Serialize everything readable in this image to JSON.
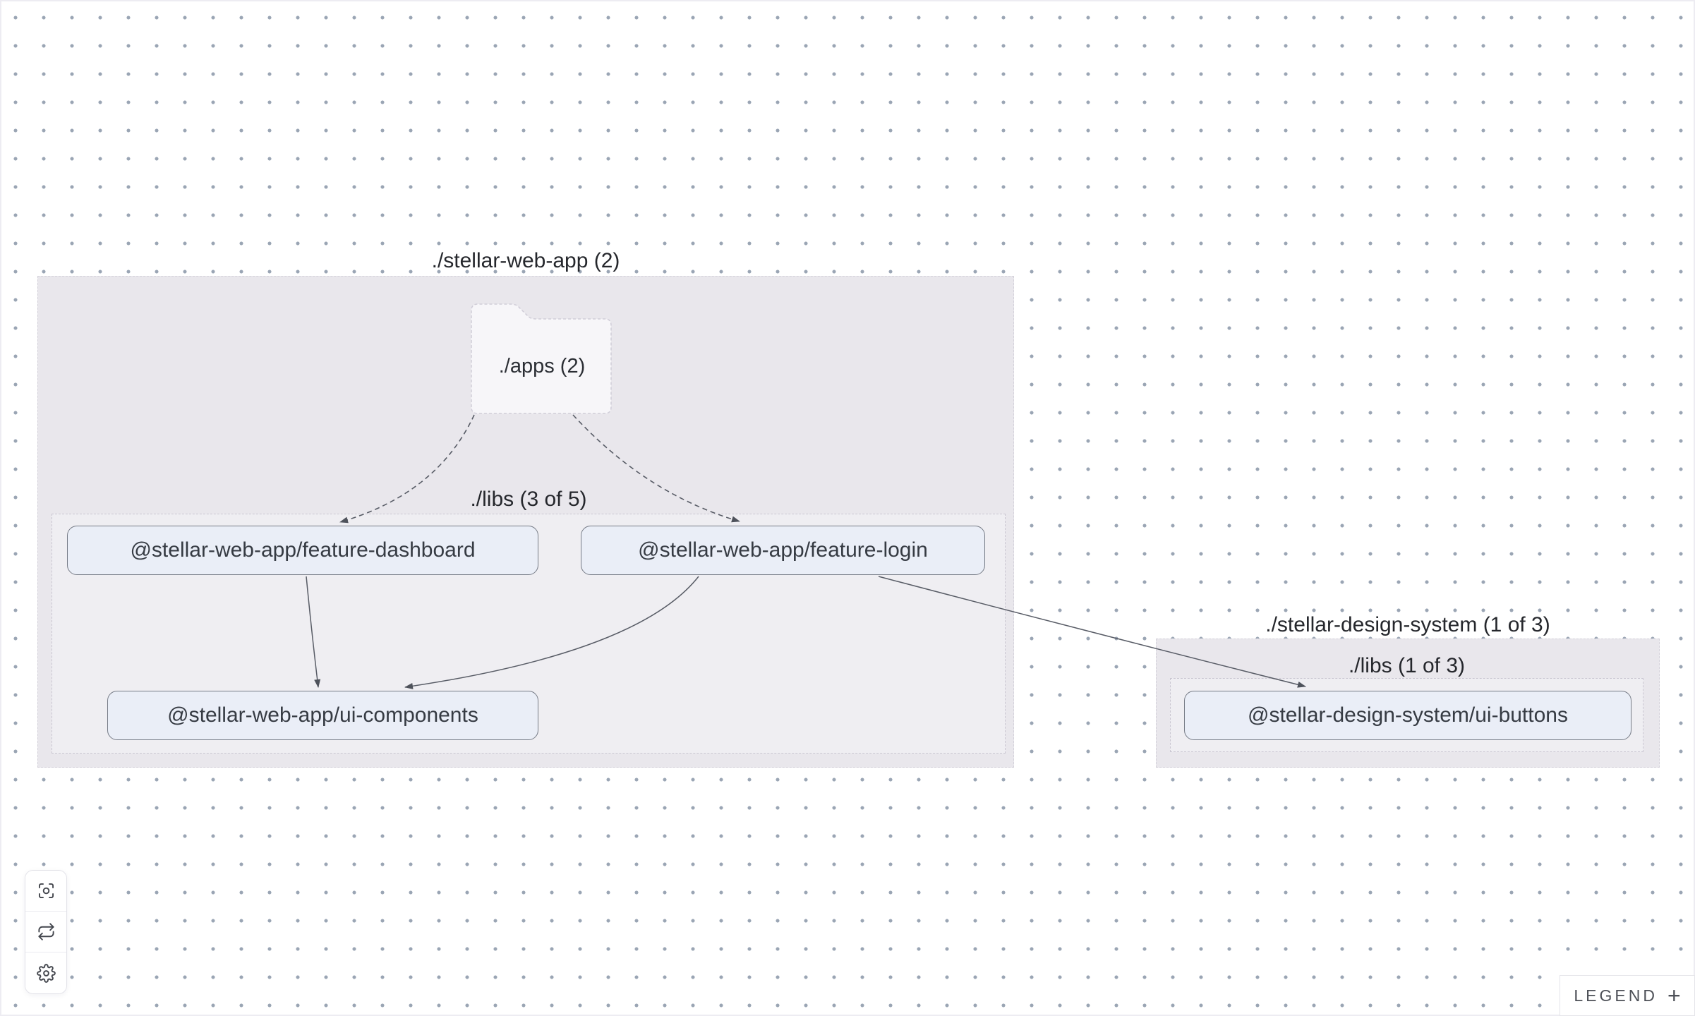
{
  "canvas": {
    "background": "#ffffff",
    "dot_color": "#9aa5b4"
  },
  "graph": {
    "web_app_group": {
      "label": "./stellar-web-app (2)"
    },
    "apps_folder": {
      "label": "./apps (2)"
    },
    "web_app_libs_group": {
      "label": "./libs (3 of 5)"
    },
    "design_system_group": {
      "label": "./stellar-design-system (1 of 3)"
    },
    "design_system_libs_group": {
      "label": "./libs (1 of 3)"
    },
    "nodes": {
      "feature_dashboard": {
        "label": "@stellar-web-app/feature-dashboard"
      },
      "feature_login": {
        "label": "@stellar-web-app/feature-login"
      },
      "ui_components": {
        "label": "@stellar-web-app/ui-components"
      },
      "ui_buttons": {
        "label": "@stellar-design-system/ui-buttons"
      }
    },
    "edges": [
      {
        "from": "apps-folder",
        "to": "feature-dashboard",
        "style": "dashed"
      },
      {
        "from": "apps-folder",
        "to": "feature-login",
        "style": "dashed"
      },
      {
        "from": "feature-dashboard",
        "to": "ui-components",
        "style": "solid"
      },
      {
        "from": "feature-login",
        "to": "ui-components",
        "style": "solid"
      },
      {
        "from": "feature-login",
        "to": "ui-buttons",
        "style": "solid"
      }
    ],
    "colors": {
      "group_fill": "#e9e7ec",
      "node_fill": "#eaeef7",
      "node_border": "#767b86",
      "edge": "#585c66"
    }
  },
  "toolbar": {
    "buttons": [
      {
        "name": "focus",
        "icon": "focus-icon"
      },
      {
        "name": "refresh",
        "icon": "refresh-icon"
      },
      {
        "name": "settings",
        "icon": "gear-icon"
      }
    ]
  },
  "legend": {
    "label": "LEGEND",
    "expand_icon": "+"
  }
}
